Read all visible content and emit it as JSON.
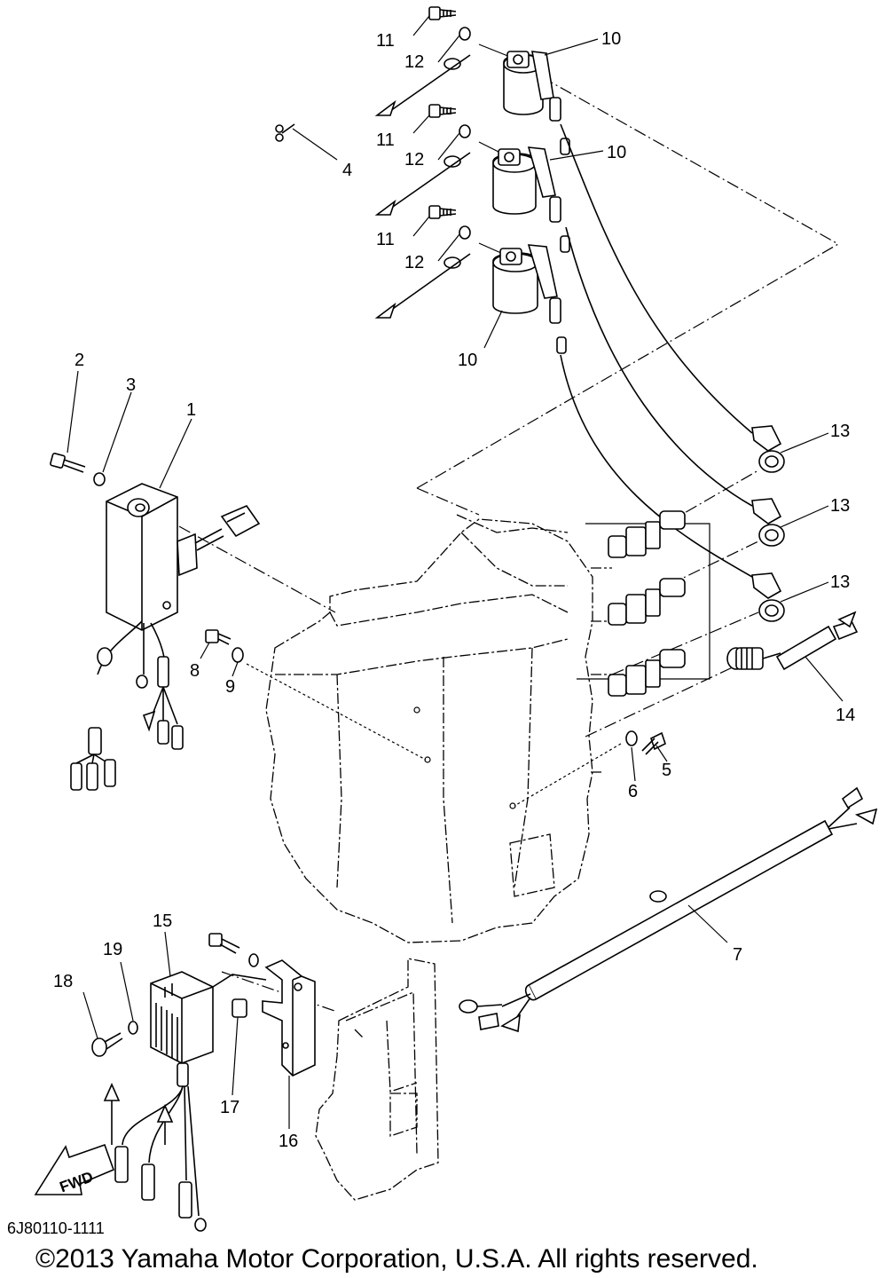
{
  "diagram": {
    "ref_code": "6J80110-1111",
    "copyright": "©2013 Yamaha Motor Corporation, U.S.A. All rights reserved.",
    "fwd_label": "FWD",
    "callouts": [
      {
        "number": "1"
      },
      {
        "number": "2"
      },
      {
        "number": "3"
      },
      {
        "number": "4"
      },
      {
        "number": "5"
      },
      {
        "number": "6"
      },
      {
        "number": "7"
      },
      {
        "number": "8"
      },
      {
        "number": "9"
      },
      {
        "number": "10"
      },
      {
        "number": "10"
      },
      {
        "number": "10"
      },
      {
        "number": "11"
      },
      {
        "number": "11"
      },
      {
        "number": "11"
      },
      {
        "number": "12"
      },
      {
        "number": "12"
      },
      {
        "number": "12"
      },
      {
        "number": "13"
      },
      {
        "number": "13"
      },
      {
        "number": "13"
      },
      {
        "number": "14"
      },
      {
        "number": "15"
      },
      {
        "number": "16"
      },
      {
        "number": "17"
      },
      {
        "number": "18"
      },
      {
        "number": "19"
      }
    ]
  }
}
